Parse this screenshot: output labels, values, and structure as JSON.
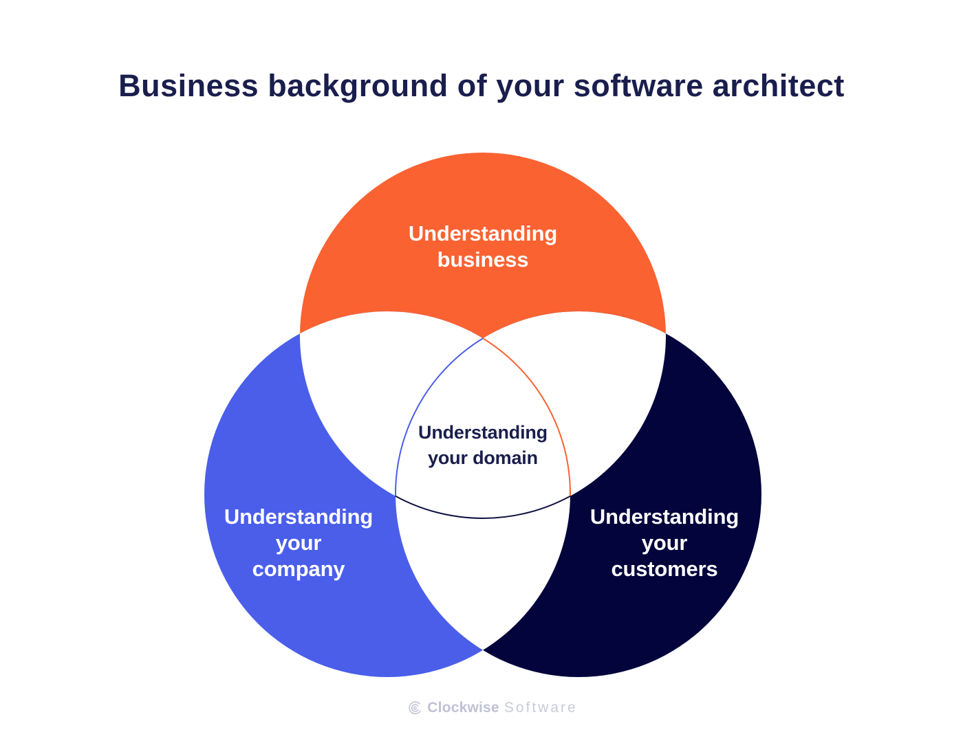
{
  "title": "Business background of your software architect",
  "palette": {
    "orange": "#FA6231",
    "blue": "#4A5EEA",
    "navy": "#03043C",
    "text_navy": "#1A1E4D",
    "white": "#FFFFFF"
  },
  "diagram": {
    "circles": [
      {
        "name": "business",
        "position": "top",
        "color": "#FA6231",
        "lines": [
          "Understanding",
          "business"
        ]
      },
      {
        "name": "company",
        "position": "bottom-left",
        "color": "#4A5EEA",
        "lines": [
          "Understanding",
          "your",
          "company"
        ]
      },
      {
        "name": "customers",
        "position": "bottom-right",
        "color": "#03043C",
        "lines": [
          "Understanding",
          "your",
          "customers"
        ]
      }
    ],
    "center_label": {
      "lines": [
        "Understanding",
        "your domain"
      ],
      "color": "#1A1E4D"
    },
    "intersection_arcs": [
      {
        "name": "center-left-arc",
        "color": "#4A5EEA"
      },
      {
        "name": "center-right-arc",
        "color": "#FA6231"
      },
      {
        "name": "center-bottom-arc",
        "color": "#0E1240"
      }
    ]
  },
  "footer": {
    "brand_bold": "Clockwise",
    "brand_light": "Software"
  }
}
